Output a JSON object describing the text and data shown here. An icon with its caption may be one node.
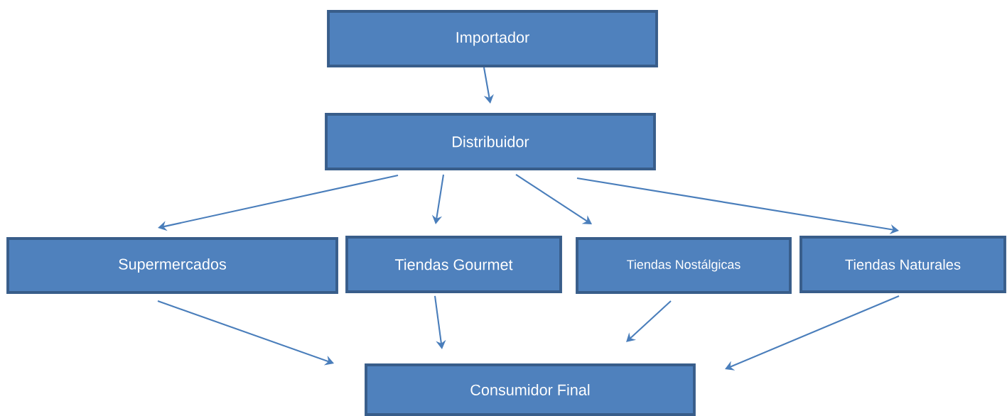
{
  "diagram": {
    "nodes": [
      {
        "text": [
          "Importador"
        ]
      },
      {
        "text": [
          "Distribuidor"
        ]
      },
      {
        "text": [
          "Supermercados"
        ]
      },
      {
        "text": [
          "Tiendas Gourmet"
        ]
      },
      {
        "text": [
          "Tiendas Nostálgicas"
        ]
      },
      {
        "text": [
          "Tiendas Naturales"
        ]
      },
      {
        "text": [
          "Consumidor Final"
        ]
      }
    ],
    "edges": [
      {
        "from": 0,
        "to": 1,
        "arrow": "to"
      },
      {
        "from": 1,
        "to": 2,
        "arrow": "to"
      },
      {
        "from": 1,
        "to": 3,
        "arrow": "to"
      },
      {
        "from": 1,
        "to": 4,
        "arrow": "to"
      },
      {
        "from": 1,
        "to": 5,
        "arrow": "to"
      },
      {
        "from": 2,
        "to": 6,
        "arrow": "to"
      },
      {
        "from": 3,
        "to": 6,
        "arrow": "to"
      },
      {
        "from": 4,
        "to": 6,
        "arrow": "to"
      },
      {
        "from": 5,
        "to": 6,
        "arrow": "to"
      }
    ]
  }
}
